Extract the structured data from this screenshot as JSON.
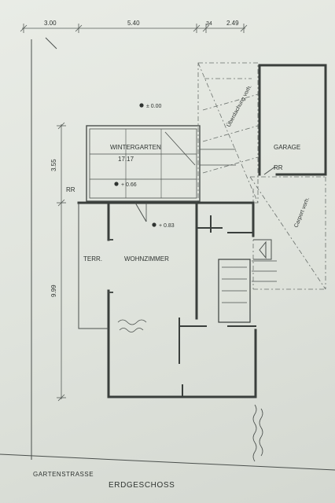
{
  "plan": {
    "title": "ERDGESCHOSS",
    "street": "GARTENSTRASSE",
    "rooms": {
      "wintergarten": "WINTERGARTEN",
      "wintergarten_area": "17.17",
      "garage": "GARAGE",
      "terrace": "TERR.",
      "wohnzimmer": "WOHNZIMMER"
    },
    "levels": {
      "top": "± 0.00",
      "wintergarten": "+ 0.66",
      "wohnzimmer": "+ 0.83"
    },
    "dimensions": {
      "top_1": "3.00",
      "top_2": "5.40",
      "top_3": "34",
      "top_4": "2.49",
      "left_1": "3.55",
      "left_2": "9.99"
    },
    "annotations": {
      "rr_left": "RR",
      "rr_garage": "RR",
      "ueberdachung": "Überdachung vorh.",
      "carport": "Carport vorh."
    }
  }
}
